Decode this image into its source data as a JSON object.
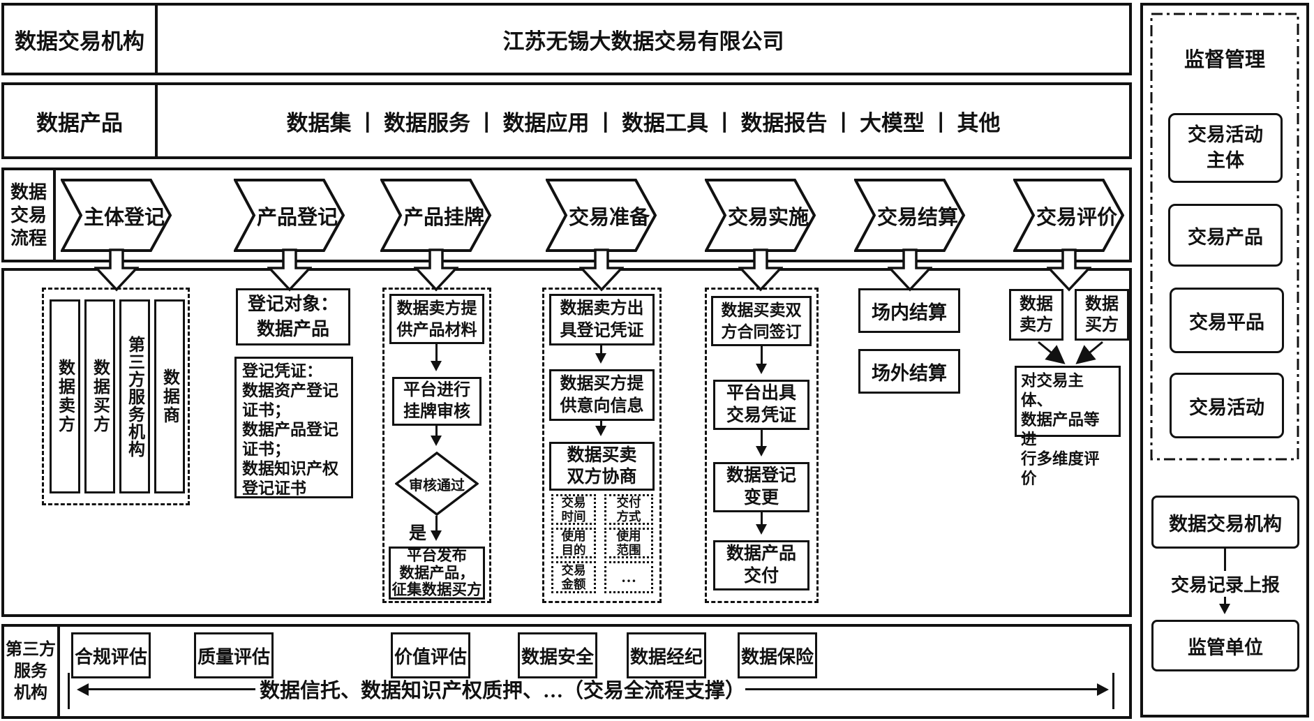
{
  "colors": {
    "ink": "#111111",
    "background": "#ffffff"
  },
  "header": {
    "institution_label": "数据交易机构",
    "institution_name": "江苏无锡大数据交易有限公司",
    "products_label": "数据产品",
    "products_list": "数据集 丨 数据服务 丨 数据应用 丨 数据工具 丨 数据报告 丨 大模型 丨 其他"
  },
  "process": {
    "label": "数据\n交易\n流程",
    "steps": [
      "主体登记",
      "产品登记",
      "产品挂牌",
      "交易准备",
      "交易实施",
      "交易结算",
      "交易评价"
    ]
  },
  "registration": {
    "parties": [
      "数据卖方",
      "数据买方",
      "第三方服务机构",
      "数据商"
    ]
  },
  "product_registration": {
    "object": "登记对象：\n数据产品",
    "certificates": "登记凭证：\n数据资产登记\n证书；\n数据产品登记\n证书；\n数据知识产权\n登记证书"
  },
  "listing": {
    "step1": "数据卖方提\n供产品材料",
    "step2": "平台进行\n挂牌审核",
    "decision": "审核通过",
    "yes": "是",
    "step3": "平台发布\n数据产品，\n征集数据买方"
  },
  "preparation": {
    "step1": "数据卖方出\n具登记凭证",
    "step2": "数据买方提\n供意向信息",
    "step3": "数据买卖\n双方协商",
    "terms": [
      "交易\n时间",
      "交付\n方式",
      "使用\n目的",
      "使用\n范围",
      "交易\n金额",
      "…"
    ]
  },
  "implementation": {
    "step1": "数据买卖双\n方合同签订",
    "step2": "平台出具\n交易凭证",
    "step3": "数据登记\n变更",
    "step4": "数据产品\n交付"
  },
  "settlement": {
    "onsite": "场内结算",
    "offsite": "场外结算"
  },
  "evaluation": {
    "seller": "数据\n卖方",
    "buyer": "数据\n买方",
    "result": "对交易主体、\n数据产品等进\n行多维度评价"
  },
  "supervision": {
    "title": "监督管理",
    "items": [
      "交易活动\n主体",
      "交易产品",
      "交易平品",
      "交易活动"
    ],
    "institution": "数据交易机构",
    "report_label": "交易记录上报",
    "regulator": "监管单位"
  },
  "third_party": {
    "label": "第三方\n服务\n机构",
    "services": [
      "合规评估",
      "质量评估",
      "价值评估",
      "数据安全",
      "数据经纪",
      "数据保险"
    ],
    "support_note": "数据信托、数据知识产权质押、…（交易全流程支撑）"
  }
}
